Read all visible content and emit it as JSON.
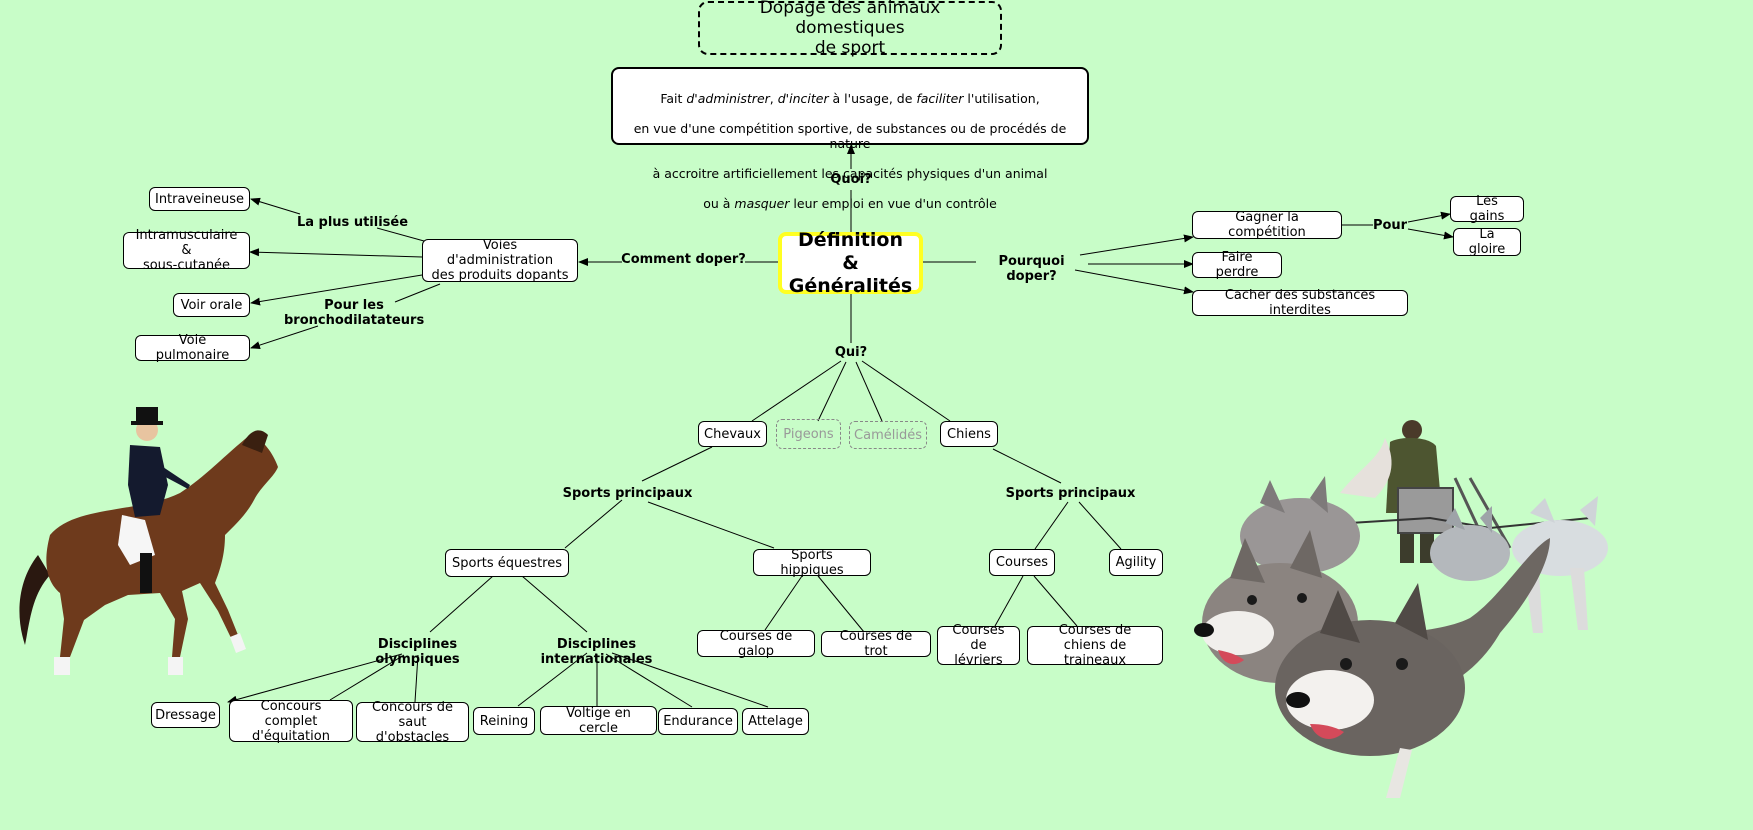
{
  "title": "Dopage des animaux domestiques\nde sport",
  "central": "Définition &\nGénéralités",
  "definition": {
    "l1a": "Fait ",
    "l1b": "d'administrer",
    "l1c": ",  ",
    "l1d": "d'inciter",
    "l1e": "  à l'usage, de ",
    "l1f": "faciliter",
    "l1g": "  l'utilisation,",
    "l2": "en vue d'une compétition sportive, de substances ou de procédés de nature",
    "l3": "à accroitre artificiellement les capacités physiques d'un animal",
    "l4a": "ou à ",
    "l4b": "masquer",
    "l4c": "  leur emploi en vue d'un contrôle"
  },
  "labels": {
    "quoi": "Quoi?",
    "comment": "Comment doper?",
    "pourquoi": "Pourquoi doper?",
    "qui": "Qui?",
    "pour": "Pour",
    "plus_utilisee": "La plus utilisée",
    "pour_broncho": "Pour les\nbronchodilatateurs",
    "sports_principaux_1": "Sports principaux",
    "sports_principaux_2": "Sports principaux",
    "disc_olymp": "Disciplines olympiques",
    "disc_inter": "Disciplines internationales"
  },
  "nodes": {
    "voies": "Voies d'administration\ndes produits dopants",
    "intraveineuse": "Intraveineuse",
    "intramusculaire": "Intramusculaire &\nsous-cutanée",
    "voir_orale": "Voir orale",
    "voie_pulmonaire": "Voie pulmonaire",
    "gagner": "Gagner la compétition",
    "faire_perdre": "Faire perdre",
    "cacher": "Cacher des substances interdites",
    "gains": "Les gains",
    "gloire": "La gloire",
    "chevaux": "Chevaux",
    "pigeons": "Pigeons",
    "camelides": "Camélidés",
    "chiens": "Chiens",
    "sports_equestres": "Sports équestres",
    "sports_hippiques": "Sports hippiques",
    "courses": "Courses",
    "agility": "Agility",
    "galop": "Courses de galop",
    "trot": "Courses de trot",
    "levriers": "Courses de\nlévriers",
    "traineaux": "Courses de\nchiens de traineaux",
    "dressage": "Dressage",
    "concours_complet": "Concours complet\nd'équitation",
    "concours_saut": "Concours de\nsaut d'obstacles",
    "reining": "Reining",
    "voltige": "Voltige en cercle",
    "endurance": "Endurance",
    "attelage": "Attelage"
  }
}
